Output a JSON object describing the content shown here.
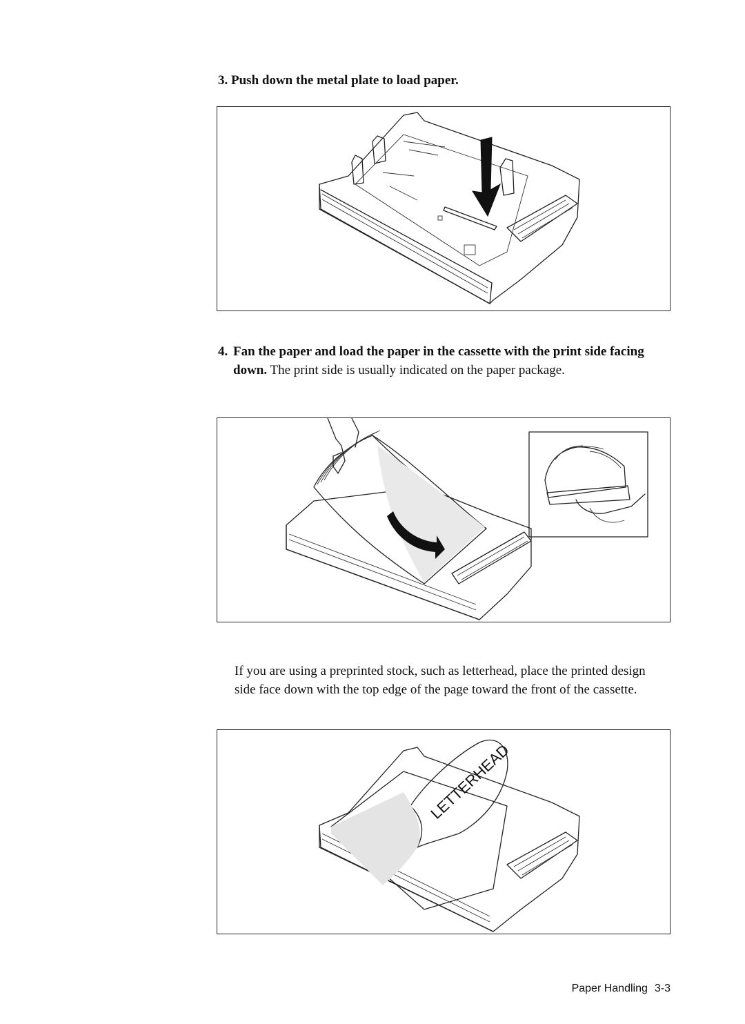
{
  "steps": [
    {
      "number": "3.",
      "heading": "Push down the metal plate to load paper."
    },
    {
      "number": "4.",
      "heading": "Fan the paper and load the paper in the cassette with the print side facing down.",
      "body": " The print side is usually indicated on the paper package."
    }
  ],
  "note": "If you are using a preprinted stock, such as letterhead, place the printed design side face down with the top edge of the page toward the front of the cassette.",
  "figure3": {
    "paper_label": "LETTERHEAD"
  },
  "footer": {
    "section": "Paper Handling",
    "page": "3-3"
  }
}
